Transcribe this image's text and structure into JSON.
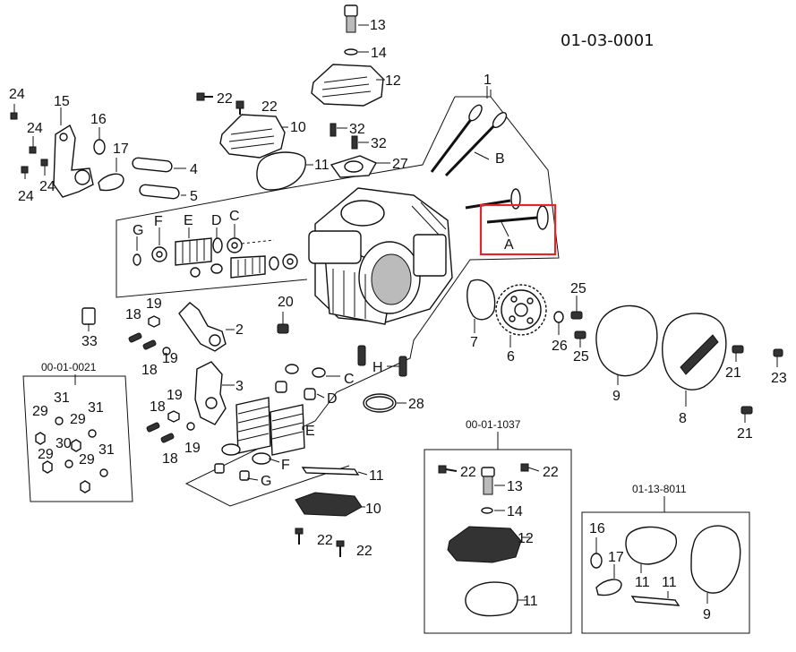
{
  "diagram": {
    "code": "01-03-0001",
    "subassemblies": [
      {
        "code": "00-01-0021"
      },
      {
        "code": "00-01-1037"
      },
      {
        "code": "01-13-8011"
      }
    ],
    "highlight": {
      "label": "A",
      "color": "#e3262b"
    },
    "callouts": {
      "c1": "1",
      "c2": "2",
      "c3": "3",
      "c4": "4",
      "c5": "5",
      "c6": "6",
      "c7": "7",
      "c8": "8",
      "c9": "9",
      "c10": "10",
      "c11": "11",
      "c12": "12",
      "c13": "13",
      "c14": "14",
      "c15": "15",
      "c16": "16",
      "c17": "17",
      "c18": "18",
      "c19": "19",
      "c20": "20",
      "c21": "21",
      "c22": "22",
      "c23": "23",
      "c24": "24",
      "c25": "25",
      "c26": "26",
      "c27": "27",
      "c28": "28",
      "c29": "29",
      "c30": "30",
      "c31": "31",
      "c32": "32",
      "c33": "33",
      "A": "A",
      "B": "B",
      "C": "C",
      "D": "D",
      "E": "E",
      "F": "F",
      "G": "G",
      "H": "H"
    }
  }
}
